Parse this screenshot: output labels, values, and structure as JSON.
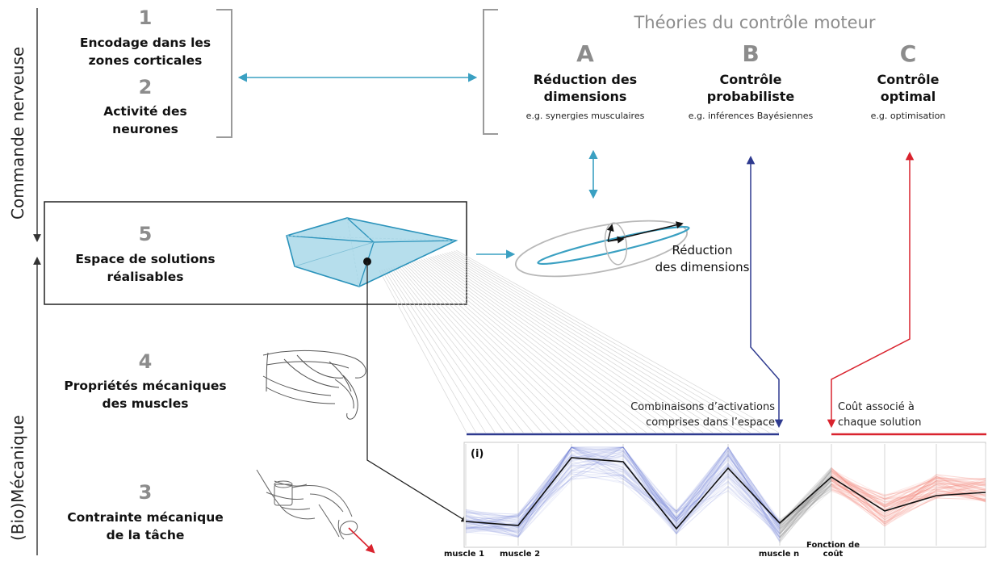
{
  "left_axis": {
    "top_label": "Commande nerveuse",
    "bottom_label": "(Bio)Mécanique"
  },
  "items": {
    "i1": {
      "num": "1",
      "label_l1": "Encodage dans les",
      "label_l2": "zones corticales"
    },
    "i2": {
      "num": "2",
      "label_l1": "Activité des",
      "label_l2": "neurones"
    },
    "i5": {
      "num": "5",
      "label_l1": "Espace de solutions",
      "label_l2": "réalisables"
    },
    "i4": {
      "num": "4",
      "label_l1": "Propriétés mécaniques",
      "label_l2": "des muscles"
    },
    "i3": {
      "num": "3",
      "label_l1": "Contrainte mécanique",
      "label_l2": "de la tâche"
    }
  },
  "theories": {
    "title": "Théories du contrôle moteur",
    "A": {
      "letter": "A",
      "l1": "Réduction des",
      "l2": "dimensions",
      "example": "e.g. synergies musculaires"
    },
    "B": {
      "letter": "B",
      "l1": "Contrôle",
      "l2": "probabiliste",
      "example": "e.g. inférences Bayésiennes"
    },
    "C": {
      "letter": "C",
      "l1": "Contrôle",
      "l2": "optimal",
      "example": "e.g. optimisation"
    }
  },
  "ellipse_label": {
    "l1": "Réduction",
    "l2": "des dimensions"
  },
  "plot": {
    "panel_label": "(i)",
    "combos_l1": "Combinaisons d’activations",
    "combos_l2": "comprises dans l’espace",
    "cost_l1": "Coût associé à",
    "cost_l2": "chaque solution",
    "axes": {
      "muscle1": "muscle 1",
      "muscle2": "muscle 2",
      "musclen": "muscle n",
      "cost_l1": "Fonction de",
      "cost_l2": "coût"
    }
  },
  "colors": {
    "teal": "#3aa0c2",
    "navy": "#2e3a8f",
    "red": "#d9232e",
    "blue_lines": "#6b78d6",
    "red_lines": "#f07a73",
    "gray": "#9a9a9a"
  }
}
